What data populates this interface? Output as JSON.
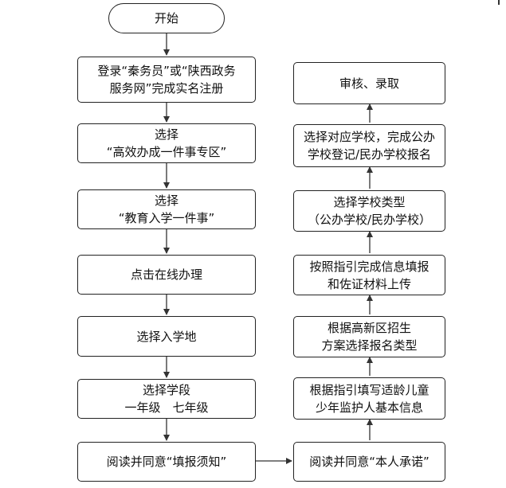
{
  "nodes": {
    "start": {
      "lines": [
        "开始"
      ]
    },
    "login": {
      "lines": [
        "登录“秦务员”或“陕西政务",
        "服务网”完成实名注册"
      ]
    },
    "zone": {
      "lines": [
        "选择",
        "“高效办成一件事专区”"
      ]
    },
    "edu": {
      "lines": [
        "选择",
        "“教育入学一件事”"
      ]
    },
    "online": {
      "lines": [
        "点击在线办理"
      ]
    },
    "place": {
      "lines": [
        "选择入学地"
      ]
    },
    "stage": {
      "lines": [
        "选择学段",
        "一年级　七年级"
      ]
    },
    "notice": {
      "lines": [
        "阅读并同意“填报须知”"
      ]
    },
    "promise": {
      "lines": [
        "阅读并同意“本人承诺”"
      ]
    },
    "basic": {
      "lines": [
        "根据指引填写适龄儿童",
        "少年监护人基本信息"
      ]
    },
    "type": {
      "lines": [
        "根据高新区招生",
        "方案选择报名类型"
      ]
    },
    "upload": {
      "lines": [
        "按照指引完成信息填报",
        "和佐证材料上传"
      ]
    },
    "schooltype": {
      "lines": [
        "选择学校类型",
        "（公办学校/民办学校）"
      ]
    },
    "register": {
      "lines": [
        "选择对应学校，完成公办",
        "学校登记/民办学校报名"
      ]
    },
    "review": {
      "lines": [
        "审核、录取"
      ]
    }
  }
}
